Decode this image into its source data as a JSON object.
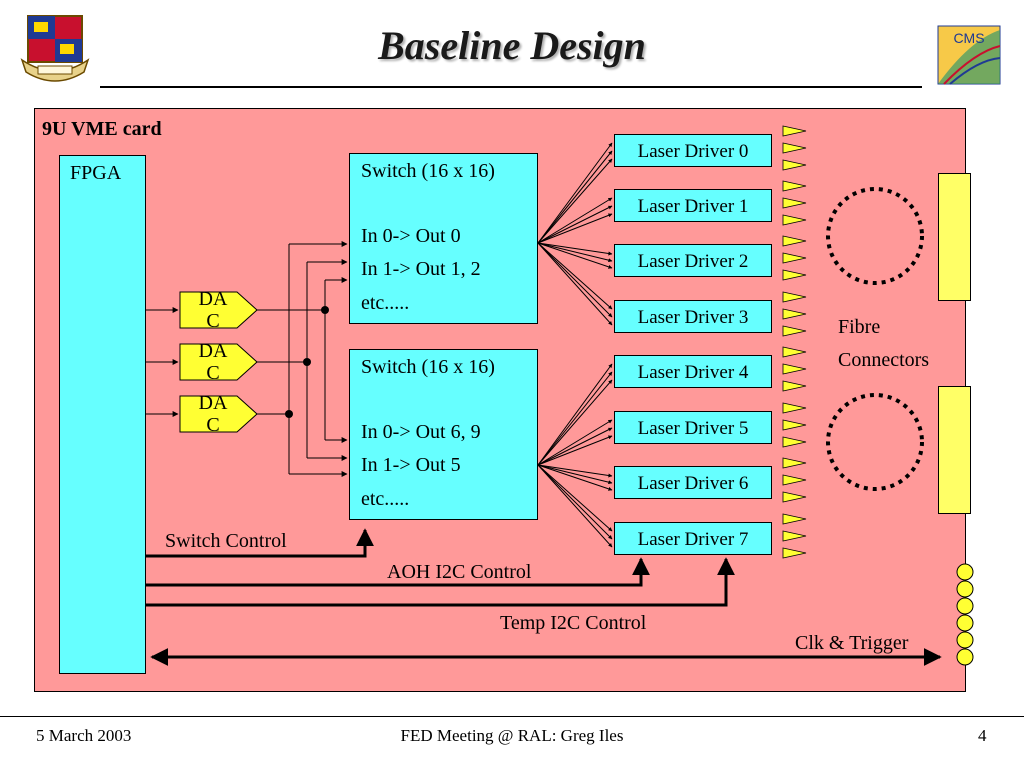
{
  "slide": {
    "title": "Baseline Design",
    "left_logo": "imperial-college-crest",
    "right_logo_text": "CMS"
  },
  "diagram": {
    "card_label": "9U VME card",
    "fpga_label": "FPGA",
    "dacs": [
      {
        "line1": "DA",
        "line2": "C"
      },
      {
        "line1": "DA",
        "line2": "C"
      },
      {
        "line1": "DA",
        "line2": "C"
      }
    ],
    "switches": [
      {
        "title": "Switch (16 x 16)",
        "line1": "In 0-> Out 0",
        "line2": "In 1-> Out 1, 2",
        "line3": "etc....."
      },
      {
        "title": "Switch (16 x 16)",
        "line1": "In 0-> Out 6, 9",
        "line2": "In 1-> Out 5",
        "line3": "etc....."
      }
    ],
    "laser_drivers": [
      "Laser Driver 0",
      "Laser Driver 1",
      "Laser Driver 2",
      "Laser Driver 3",
      "Laser Driver 4",
      "Laser Driver 5",
      "Laser Driver 6",
      "Laser Driver 7"
    ],
    "fibre_label_1": "Fibre",
    "fibre_label_2": "Connectors",
    "switch_control_label": "Switch Control",
    "aoh_label": "AOH I2C Control",
    "temp_label": "Temp I2C Control",
    "clk_label": "Clk & Trigger",
    "colors": {
      "card": "#ff9999",
      "box": "#66ffff",
      "dac": "#ffff33",
      "connector": "#ffff66"
    }
  },
  "footer": {
    "date": "5 March 2003",
    "center": "FED Meeting @ RAL: Greg Iles",
    "page": "4"
  }
}
